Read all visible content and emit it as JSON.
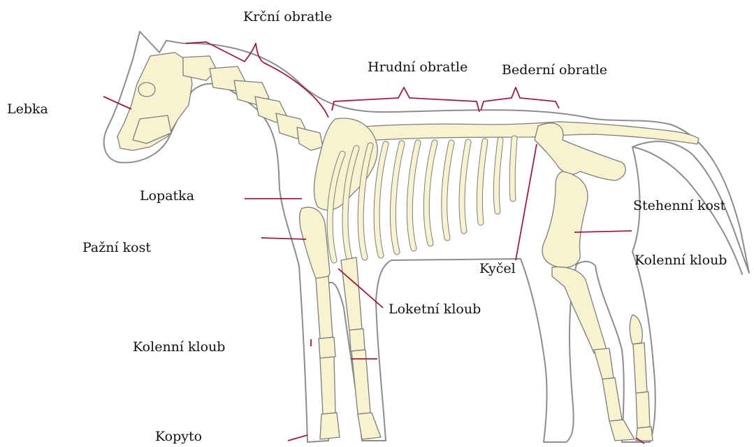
{
  "labels": {
    "cervical": "Krční obratle",
    "thoracic": "Hrudní obratle",
    "lumbar": "Bederní obratle",
    "skull": "Lebka",
    "scapula": "Lopatka",
    "humerus": "Pažní kost",
    "elbow": "Loketní kloub",
    "hip": "Kyčel",
    "femur": "Stehenní kost",
    "stifle": "Kolenní kloub",
    "carpus": "Kolenní kloub",
    "hoof": "Kopyto"
  },
  "colors": {
    "bone_fill": "#f7f2d0",
    "outline": "#8c8c8c",
    "pointer": "#9b1c44"
  }
}
